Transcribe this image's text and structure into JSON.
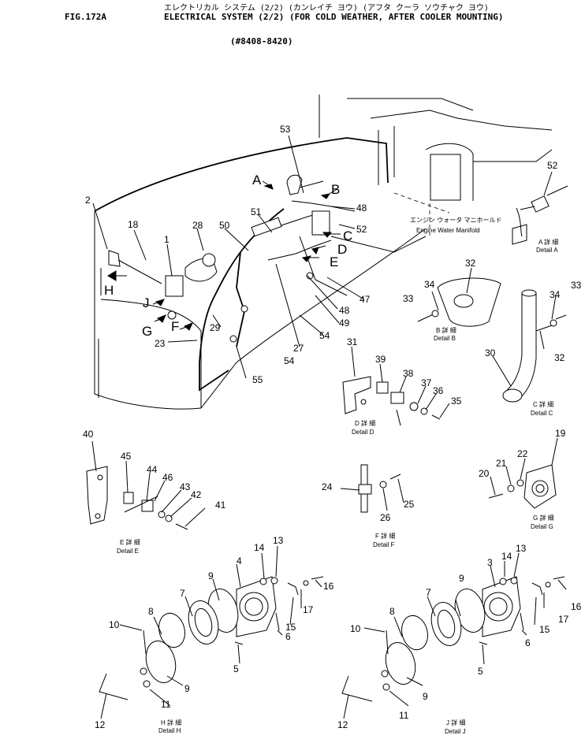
{
  "header": {
    "fig": "FIG.172A",
    "jp_title": "エレクトリカル システム (2/2) (カンレイチ ヨウ) (アフタ クーラ ソウチャク ヨウ)",
    "title": "ELECTRICAL SYSTEM (2/2) (FOR COLD WEATHER, AFTER COOLER MOUNTING)",
    "serial": "(#8408-8420)"
  },
  "captions": {
    "manifold_jp": "エンジン ウォータ マニホールド",
    "manifold": "Engine Water Manifold",
    "detail_a_jp": "A 詳 細",
    "detail_a": "Detail A",
    "detail_b_jp": "B 詳 細",
    "detail_b": "Detail B",
    "detail_c_jp": "C 詳 細",
    "detail_c": "Detail C",
    "detail_d_jp": "D 詳 細",
    "detail_d": "Detail D",
    "detail_e_jp": "E 詳 細",
    "detail_e": "Detail E",
    "detail_f_jp": "F 詳 細",
    "detail_f": "Detail F",
    "detail_g_jp": "G 詳 細",
    "detail_g": "Detail G",
    "detail_h_jp": "H 詳 細",
    "detail_h": "Detail H",
    "detail_j_jp": "J 詳 細",
    "detail_j": "Detail J"
  },
  "view_letters": [
    "A",
    "B",
    "C",
    "D",
    "E",
    "F",
    "G",
    "H",
    "J"
  ],
  "part_numbers": {
    "main": [
      "53",
      "2",
      "18",
      "28",
      "50",
      "51",
      "1",
      "48",
      "52",
      "47",
      "49",
      "54",
      "29",
      "23",
      "27",
      "55"
    ],
    "detail_a": [
      "52"
    ],
    "detail_b": [
      "34",
      "32",
      "33"
    ],
    "detail_c": [
      "30",
      "32",
      "33",
      "34"
    ],
    "detail_d": [
      "31",
      "39",
      "38",
      "37",
      "36",
      "35"
    ],
    "detail_e": [
      "40",
      "45",
      "44",
      "46",
      "43",
      "42",
      "41"
    ],
    "detail_f": [
      "24",
      "26",
      "25"
    ],
    "detail_g": [
      "19",
      "20",
      "21",
      "22"
    ],
    "detail_h": [
      "14",
      "13",
      "4",
      "9",
      "7",
      "8",
      "10",
      "16",
      "17",
      "15",
      "6",
      "5",
      "9",
      "11",
      "12"
    ],
    "detail_j": [
      "3",
      "14",
      "13",
      "9",
      "7",
      "8",
      "10",
      "16",
      "17",
      "15",
      "6",
      "5",
      "9",
      "11",
      "12"
    ]
  }
}
